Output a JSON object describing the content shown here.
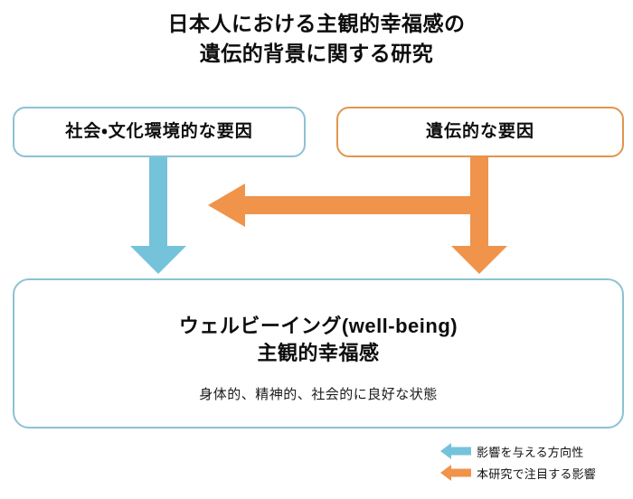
{
  "title": {
    "line1": "日本人における主観的幸福感の",
    "line2": "遺伝的背景に関する研究"
  },
  "nodes": {
    "social": {
      "label": "社会・文化環境的な要因"
    },
    "genetic": {
      "label": "遺伝的な要因"
    },
    "wellbeing": {
      "label_line1": "ウェルビーイング(well-being)",
      "label_line2": "主観的幸福感",
      "sublabel": "身体的、精神的、社会的に良好な状態"
    }
  },
  "legend": {
    "items": [
      {
        "icon": "left-arrow-icon",
        "label": "影響を与える方向性",
        "color": "#74c3da"
      },
      {
        "icon": "left-arrow-icon",
        "label": "本研究で注目する影響",
        "color": "#f0934b"
      }
    ]
  },
  "colors": {
    "blue_fill": "#74c3da",
    "blue_border": "#8cc2d4",
    "orange_fill": "#f0934b",
    "orange_border": "#e2954e",
    "text": "#0d0d0d",
    "background": "#ffffff"
  },
  "arrows": [
    {
      "name": "social-to-wellbeing",
      "direction": "down",
      "color": "#74c3da"
    },
    {
      "name": "genetic-to-wellbeing",
      "direction": "down",
      "color": "#f0934b"
    },
    {
      "name": "genetic-to-social",
      "direction": "left",
      "color": "#f0934b"
    }
  ]
}
